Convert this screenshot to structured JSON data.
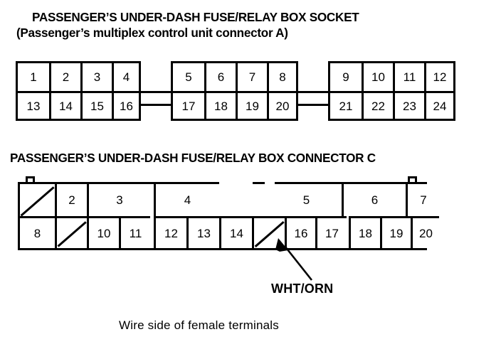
{
  "socket": {
    "title_line1": "PASSENGER’S UNDER-DASH FUSE/RELAY BOX SOCKET",
    "title_line2": "(Passenger’s multiplex control unit connector A)",
    "blocks": [
      {
        "name": "block-1",
        "top_row": [
          "1",
          "2",
          "3",
          "4"
        ],
        "bottom_row": [
          "13",
          "14",
          "15",
          "16"
        ]
      },
      {
        "name": "block-2",
        "top_row": [
          "5",
          "6",
          "7",
          "8"
        ],
        "bottom_row": [
          "17",
          "18",
          "19",
          "20"
        ]
      },
      {
        "name": "block-3",
        "top_row": [
          "9",
          "10",
          "11",
          "12"
        ],
        "bottom_row": [
          "21",
          "22",
          "23",
          "24"
        ]
      }
    ]
  },
  "connector_c": {
    "title": "PASSENGER’S UNDER-DASH FUSE/RELAY BOX CONNECTOR C",
    "top_row": [
      {
        "label": "",
        "blank": true
      },
      {
        "label": "2",
        "blank": false
      },
      {
        "label": "3",
        "blank": false
      },
      {
        "label": "4",
        "blank": false
      },
      {
        "label": "",
        "blank": false,
        "notch": true
      },
      {
        "label": "5",
        "blank": false
      },
      {
        "label": "6",
        "blank": false
      },
      {
        "label": "7",
        "blank": false
      }
    ],
    "bottom_row": [
      {
        "label": "8",
        "blank": false
      },
      {
        "label": "",
        "blank": true
      },
      {
        "label": "10",
        "blank": false
      },
      {
        "label": "11",
        "blank": false
      },
      {
        "label": "12",
        "blank": false
      },
      {
        "label": "13",
        "blank": false
      },
      {
        "label": "14",
        "blank": false
      },
      {
        "label": "",
        "blank": true
      },
      {
        "label": "16",
        "blank": false
      },
      {
        "label": "17",
        "blank": false
      },
      {
        "label": "18",
        "blank": false
      },
      {
        "label": "19",
        "blank": false
      },
      {
        "label": "20",
        "blank": false
      }
    ],
    "callout": {
      "label": "WHT/ORN",
      "points_to": "16"
    }
  },
  "footer": {
    "caption": "Wire side of female terminals"
  },
  "colors": {
    "ink": "#000000",
    "paper": "#ffffff"
  }
}
